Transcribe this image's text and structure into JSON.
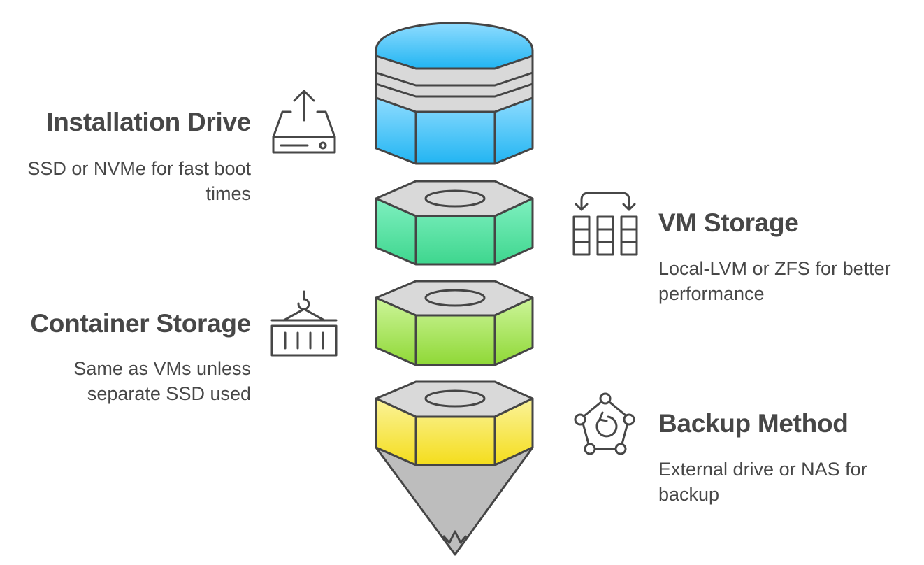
{
  "items": [
    {
      "title": "Installation Drive",
      "description": "SSD or NVMe for fast boot times",
      "icon": "hard-drive-upload-icon",
      "color": "#3cc2f4"
    },
    {
      "title": "VM Storage",
      "description": "Local-LVM or ZFS for better performance",
      "icon": "grid-swap-icon",
      "color": "#5ee3a4"
    },
    {
      "title": "Container Storage",
      "description": "Same as VMs unless separate SSD used",
      "icon": "shipping-container-icon",
      "color": "#a8e64e"
    },
    {
      "title": "Backup Method",
      "description": "External drive or NAS for backup",
      "icon": "backup-network-icon",
      "color": "#f7e23c"
    }
  ],
  "colors": {
    "text": "#474747",
    "segment_top_gray": "#d9d9d9",
    "cone_gray": "#bdbdbd",
    "outline": "#454545"
  }
}
